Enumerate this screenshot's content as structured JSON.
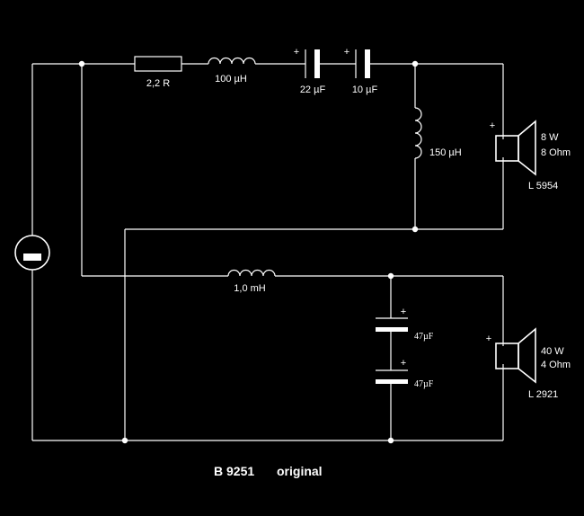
{
  "diagram": {
    "title": "B 9251",
    "subtitle": "original",
    "components": {
      "resistor": {
        "value": "2,2 R"
      },
      "inductor_series_hf": {
        "value": "100 µH"
      },
      "capacitor_c1": {
        "value": "22 µF",
        "polarity": "+"
      },
      "capacitor_c2": {
        "value": "10 µF",
        "polarity": "+"
      },
      "inductor_shunt_hf": {
        "value": "150 µH"
      },
      "inductor_series_lf": {
        "value": "1,0 mH"
      },
      "capacitor_c3": {
        "value": "47µF",
        "polarity": "+"
      },
      "capacitor_c4": {
        "value": "47µF",
        "polarity": "+"
      }
    },
    "speakers": {
      "tweeter": {
        "power": "8 W",
        "impedance": "8 Ohm",
        "model": "L 5954",
        "polarity": "+"
      },
      "woofer": {
        "power": "40 W",
        "impedance": "4 Ohm",
        "model": "L 2921",
        "polarity": "+"
      }
    },
    "colors": {
      "background": "#000000",
      "foreground": "#ffffff"
    }
  }
}
